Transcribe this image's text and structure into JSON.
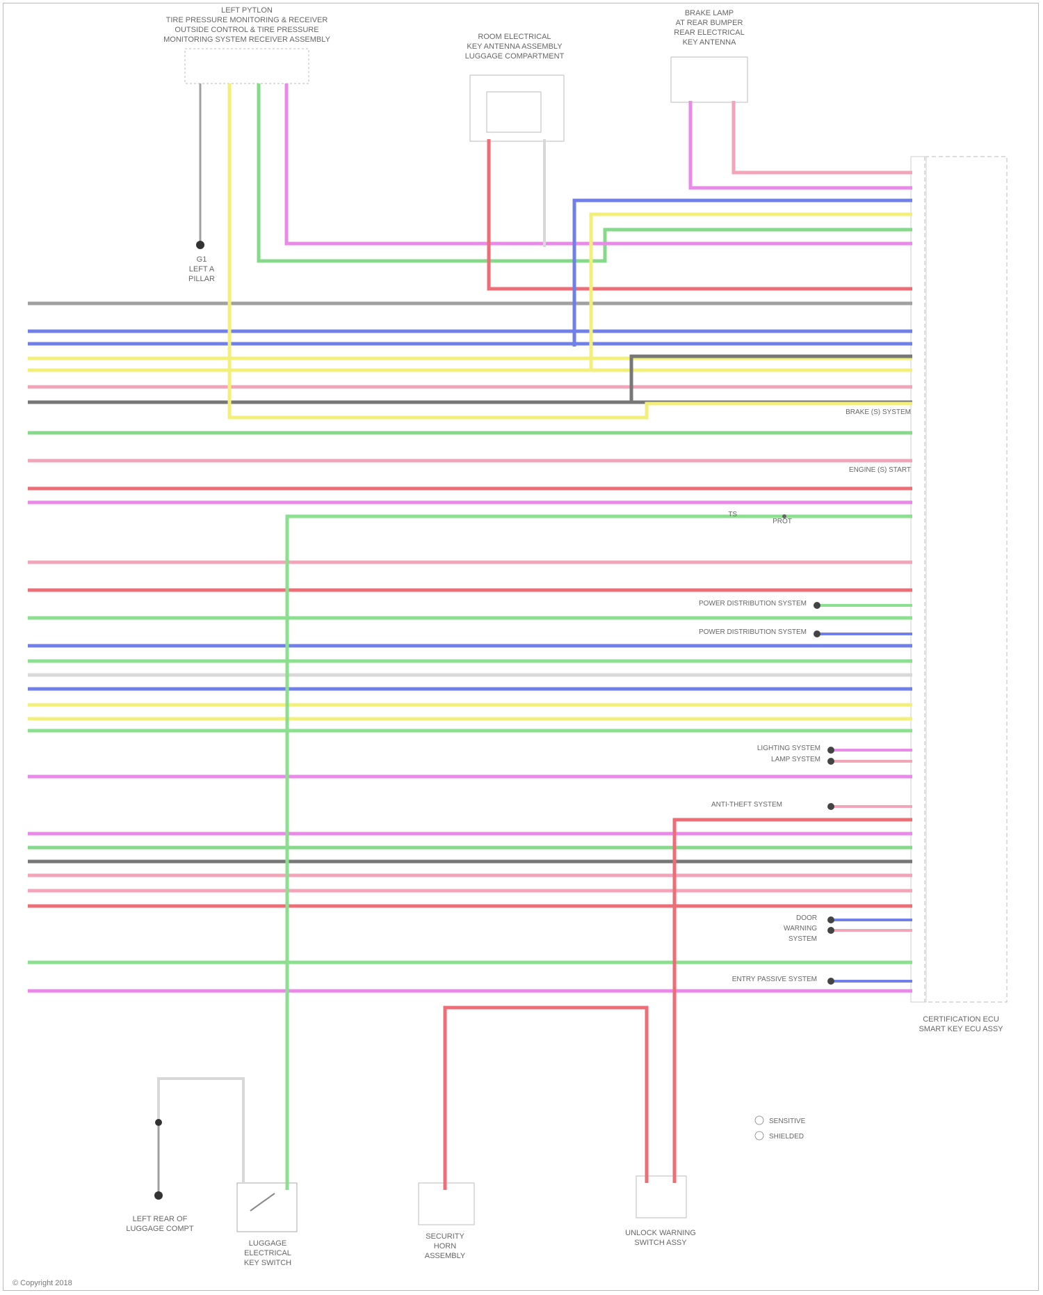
{
  "components": {
    "top_left": [
      "LEFT PYTLON",
      "TIRE PRESSURE MONITORING & RECEIVER",
      "OUTSIDE CONTROL & TIRE PRESSURE",
      "MONITORING SYSTEM RECEIVER ASSEMBLY"
    ],
    "top_mid": [
      "ROOM ELECTRICAL",
      "KEY ANTENNA ASSEMBLY",
      "LUGGAGE COMPARTMENT"
    ],
    "top_right": [
      "BRAKE LAMP",
      "AT REAR BUMPER",
      "REAR ELECTRICAL",
      "KEY ANTENNA"
    ],
    "ground_top": [
      "G1",
      "LEFT A",
      "PILLAR"
    ],
    "module": [
      "CERTIFICATION ECU",
      "SMART KEY ECU ASSY"
    ],
    "bot_left": [
      "LEFT REAR OF",
      "LUGGAGE COMPT"
    ],
    "bot_switch": [
      "LUGGAGE",
      "ELECTRICAL",
      "KEY SWITCH"
    ],
    "bot_mid": [
      "SECURITY",
      "HORN",
      "ASSEMBLY"
    ],
    "bot_right": [
      "UNLOCK WARNING",
      "SWITCH ASSY"
    ]
  },
  "labels": {
    "splice_top": "TS",
    "splice_note": "PROT",
    "s1": "BRAKE (S) SYSTEM",
    "s2": "ENGINE (S) START",
    "s3": "POWER DISTRIBUTION SYSTEM",
    "s4": "POWER DISTRIBUTION SYSTEM",
    "s5": "LIGHTING SYSTEM",
    "s6": "LAMP SYSTEM",
    "s7": "ANTI-THEFT SYSTEM",
    "s8": "DOOR",
    "s9": "WARNING",
    "s10": "SYSTEM",
    "s11": "ENTRY PASSIVE SYSTEM",
    "legend1": "SENSITIVE",
    "legend2": "SHIELDED",
    "credit": "© Copyright 2018"
  },
  "wire_colors": {
    "GRY": "#a0a0a0",
    "YEL": "#f2f07a",
    "GRN": "#86d98a",
    "PNK": "#f2a5b8",
    "RED": "#ee6e78",
    "BLU": "#7080e8",
    "VIO": "#e98ae9",
    "LTGRN": "#8be08f",
    "BLK": "#777777",
    "WHT": "#d8d8d8"
  }
}
